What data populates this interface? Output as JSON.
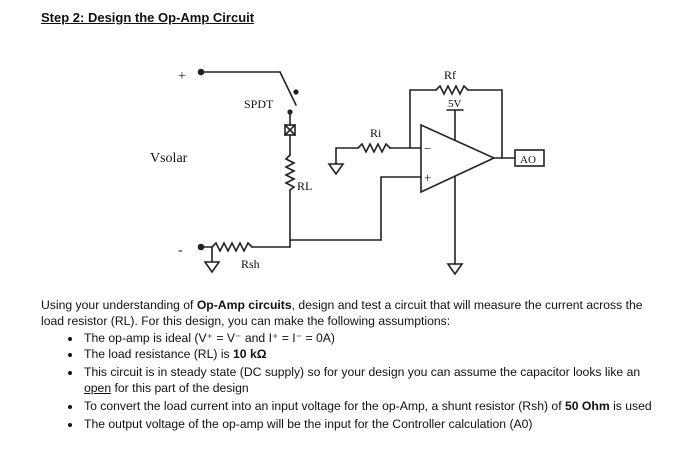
{
  "heading": "Step 2: Design the Op-Amp Circuit",
  "circuit": {
    "plus": "+",
    "minus": "-",
    "vsolar": "Vsolar",
    "spdt": "SPDT",
    "rf": "Rf",
    "v5": "5V",
    "ri": "Ri",
    "rl": "RL",
    "rsh": "Rsh",
    "ao": "AO",
    "inv": "−",
    "noninv": "+"
  },
  "intro": {
    "t1": "Using your understanding of ",
    "b1": "Op-Amp circuits",
    "t2": ", design and test a circuit that will measure the current across the load resistor (RL).  For this design, you can make the following assumptions:"
  },
  "bullets": {
    "b1": "The op-amp is ideal (V⁺ = V⁻  and  I⁺ = I⁻ = 0A)",
    "b2_text": "The load resistance (RL) is ",
    "b2_bold": "10 kΩ",
    "b3_pre": "This circuit is in steady state (DC supply) so for your design you can assume the capacitor looks like an ",
    "b3_u": "open",
    "b3_post": " for this part of the design",
    "b4_pre": "To convert the load current into an input voltage for the op-Amp, a shunt resistor (Rsh) of ",
    "b4_bold": "50 Ohm",
    "b4_post": " is used",
    "b5": "The output voltage of the op-amp will be the input for the Controller calculation (A0)"
  }
}
